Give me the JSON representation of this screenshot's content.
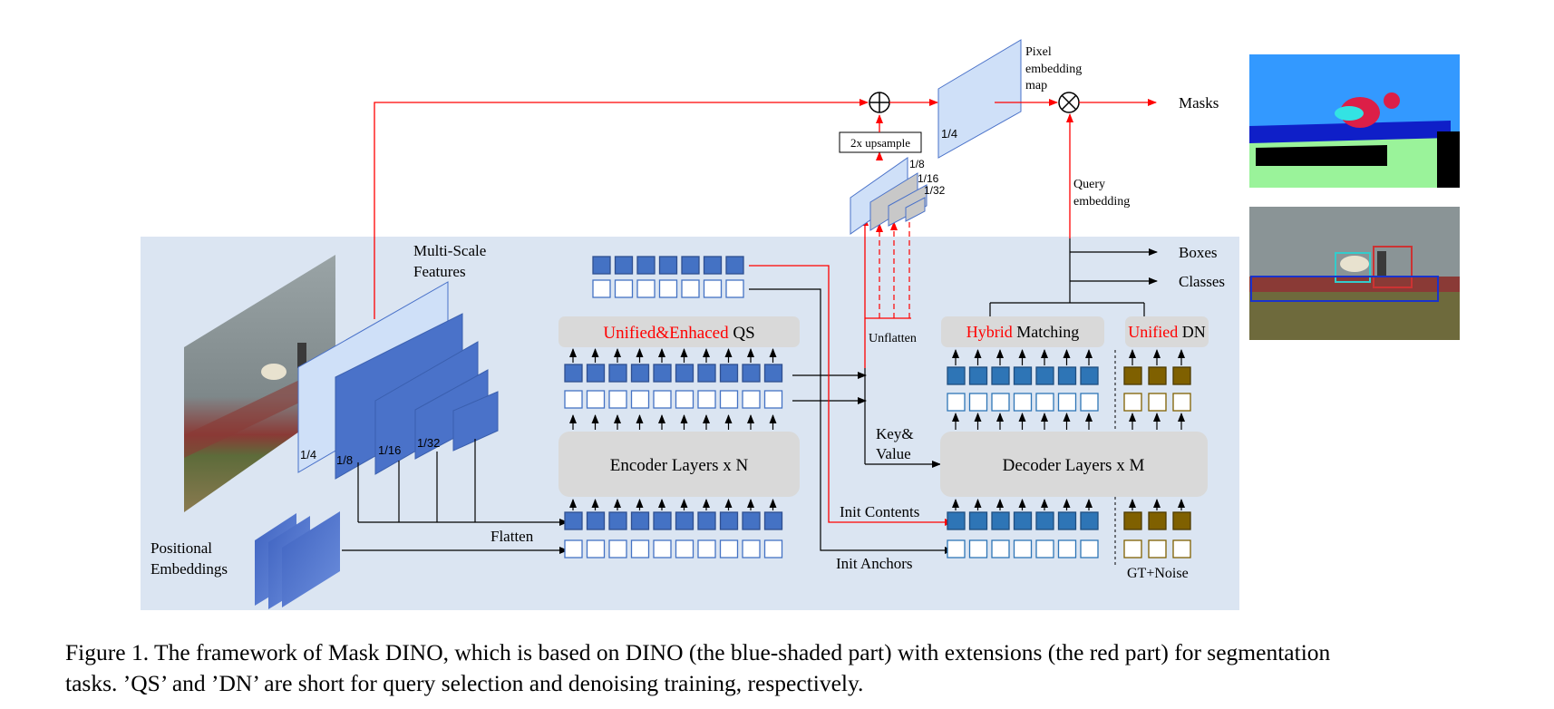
{
  "diagram": {
    "multi_scale_label": [
      "Multi-Scale",
      "Features"
    ],
    "positional_label": [
      "Positional",
      "Embeddings"
    ],
    "scales": [
      "1/4",
      "1/8",
      "1/16",
      "1/32"
    ],
    "flatten": "Flatten",
    "unified_qs": {
      "red": "Unified&Enhaced",
      "black": " QS"
    },
    "encoder": "Encoder Layers x N",
    "decoder": "Decoder Layers x M",
    "unflatten": "Unflatten",
    "key_value": [
      "Key&",
      "Value"
    ],
    "init_contents": "Init Contents",
    "init_anchors": "Init Anchors",
    "upsample": "2x upsample",
    "pixel_embedding": [
      "Pixel",
      "embedding",
      "map"
    ],
    "pixel_scale": "1/4",
    "small_scales": [
      "1/8",
      "1/16",
      "1/32"
    ],
    "masks": "Masks",
    "query_embedding": [
      "Query",
      "embedding"
    ],
    "boxes": "Boxes",
    "classes": "Classes",
    "hybrid": {
      "red": "Hybrid",
      "black": " Matching"
    },
    "unified_dn": {
      "red": "Unified",
      "black": " DN"
    },
    "gt_noise": "GT+Noise"
  },
  "caption": {
    "line1": "Figure 1. The framework of Mask DINO, which is based on DINO (the blue-shaded part) with extensions (the red part) for segmentation",
    "line2": "tasks. ’QS’ and ’DN’ are short for query selection and denoising training, respectively."
  },
  "colors": {
    "shaded_bg": "#dbe5f2",
    "feature_dark": "#4a72c9",
    "feature_light": "#cfe0f8",
    "query_fill": "#4472c4",
    "decoder_query": "#2e75b6",
    "dn_fill": "#7f6000",
    "red": "#ff0000",
    "panel_gray": "#d9d9d9"
  },
  "icons": [
    "plus-circle-icon",
    "times-circle-icon"
  ]
}
